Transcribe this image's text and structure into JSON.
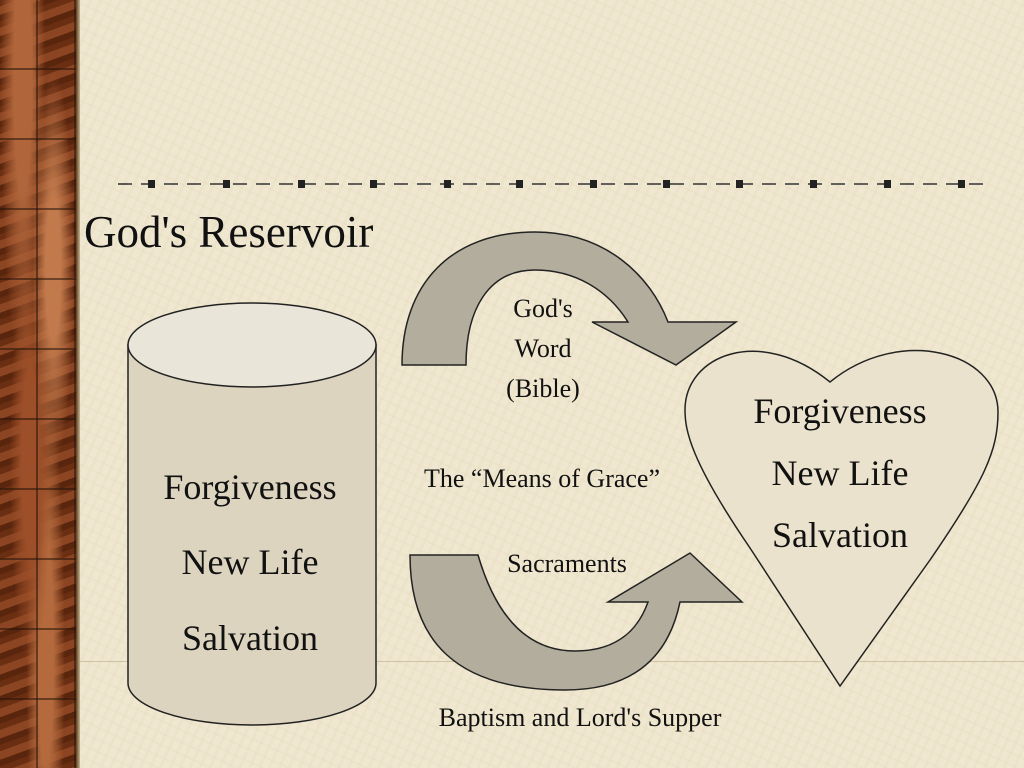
{
  "slide": {
    "title": "God's Reservoir"
  },
  "reservoir": {
    "lines": [
      "Forgiveness",
      "New Life",
      "Salvation"
    ]
  },
  "heart": {
    "lines": [
      "Forgiveness",
      "New Life",
      "Salvation"
    ]
  },
  "means": {
    "center_label": "The “Means of Grace”",
    "word_lines": [
      "God's",
      "Word",
      "(Bible)"
    ],
    "sacraments_label": "Sacraments",
    "sacraments_detail": "Baptism and Lord's Supper"
  },
  "colors": {
    "background": "#efe7cf",
    "cylinder_body": "#ddd4c0",
    "cylinder_top": "#eae5d9",
    "arrow_outer": "#b2ad9c",
    "arrow_inner": "#ecebe0",
    "heart_fill": "#eae2cc",
    "outline": "#222222"
  }
}
